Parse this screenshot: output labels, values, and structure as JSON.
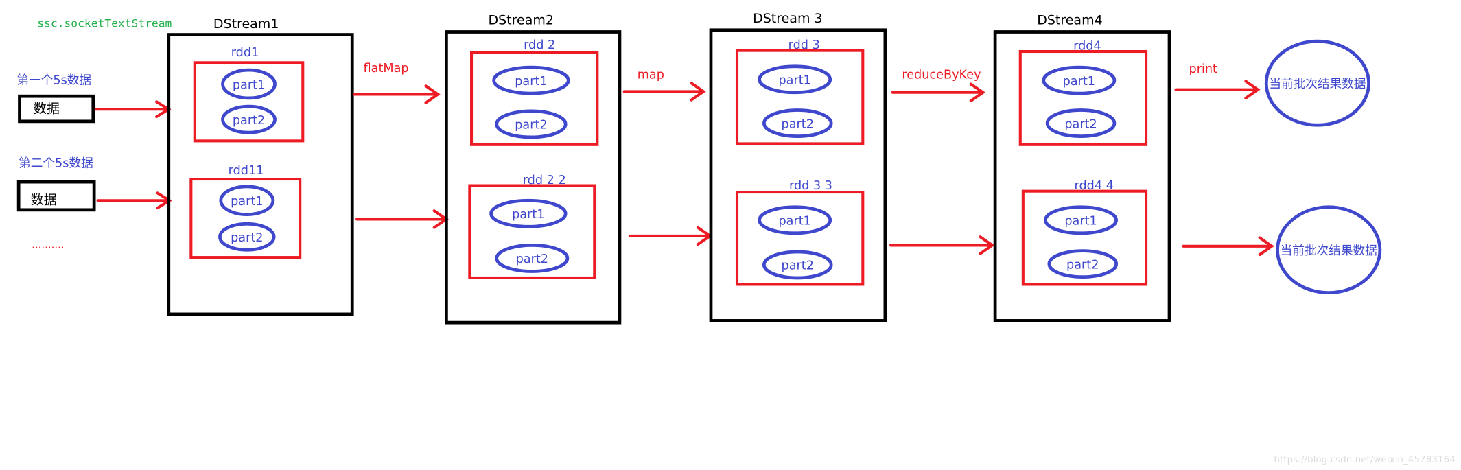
{
  "source_label": "ssc.socketTextStream",
  "inputs": [
    {
      "title": "第一个5s数据",
      "box": "数据"
    },
    {
      "title": "第二个5s数据",
      "box": "数据"
    }
  ],
  "ellipsis": "..........",
  "dstreams": [
    {
      "label": "DStream1",
      "rdds": [
        {
          "label": "rdd1",
          "parts": [
            "part1",
            "part2"
          ]
        },
        {
          "label": "rdd11",
          "parts": [
            "part1",
            "part2"
          ]
        }
      ]
    },
    {
      "label": "DStream2",
      "rdds": [
        {
          "label": "rdd 2",
          "parts": [
            "part1",
            "part2"
          ]
        },
        {
          "label": "rdd 2 2",
          "parts": [
            "part1",
            "part2"
          ]
        }
      ]
    },
    {
      "label": "DStream 3",
      "rdds": [
        {
          "label": "rdd 3",
          "parts": [
            "part1",
            "part2"
          ]
        },
        {
          "label": "rdd 3 3",
          "parts": [
            "part1",
            "part2"
          ]
        }
      ]
    },
    {
      "label": "DStream4",
      "rdds": [
        {
          "label": "rdd4",
          "parts": [
            "part1",
            "part2"
          ]
        },
        {
          "label": "rdd4 4",
          "parts": [
            "part1",
            "part2"
          ]
        }
      ]
    }
  ],
  "operations": [
    "flatMap",
    "map",
    "reduceByKey",
    "print"
  ],
  "outputs": [
    "当前批次结果数据",
    "当前批次结果数据"
  ],
  "watermark": "https://blog.csdn.net/weixin_45783164",
  "colors": {
    "red": "#ed1c24",
    "blue": "#3f48cc",
    "green": "#22b14c",
    "black": "#000000"
  }
}
